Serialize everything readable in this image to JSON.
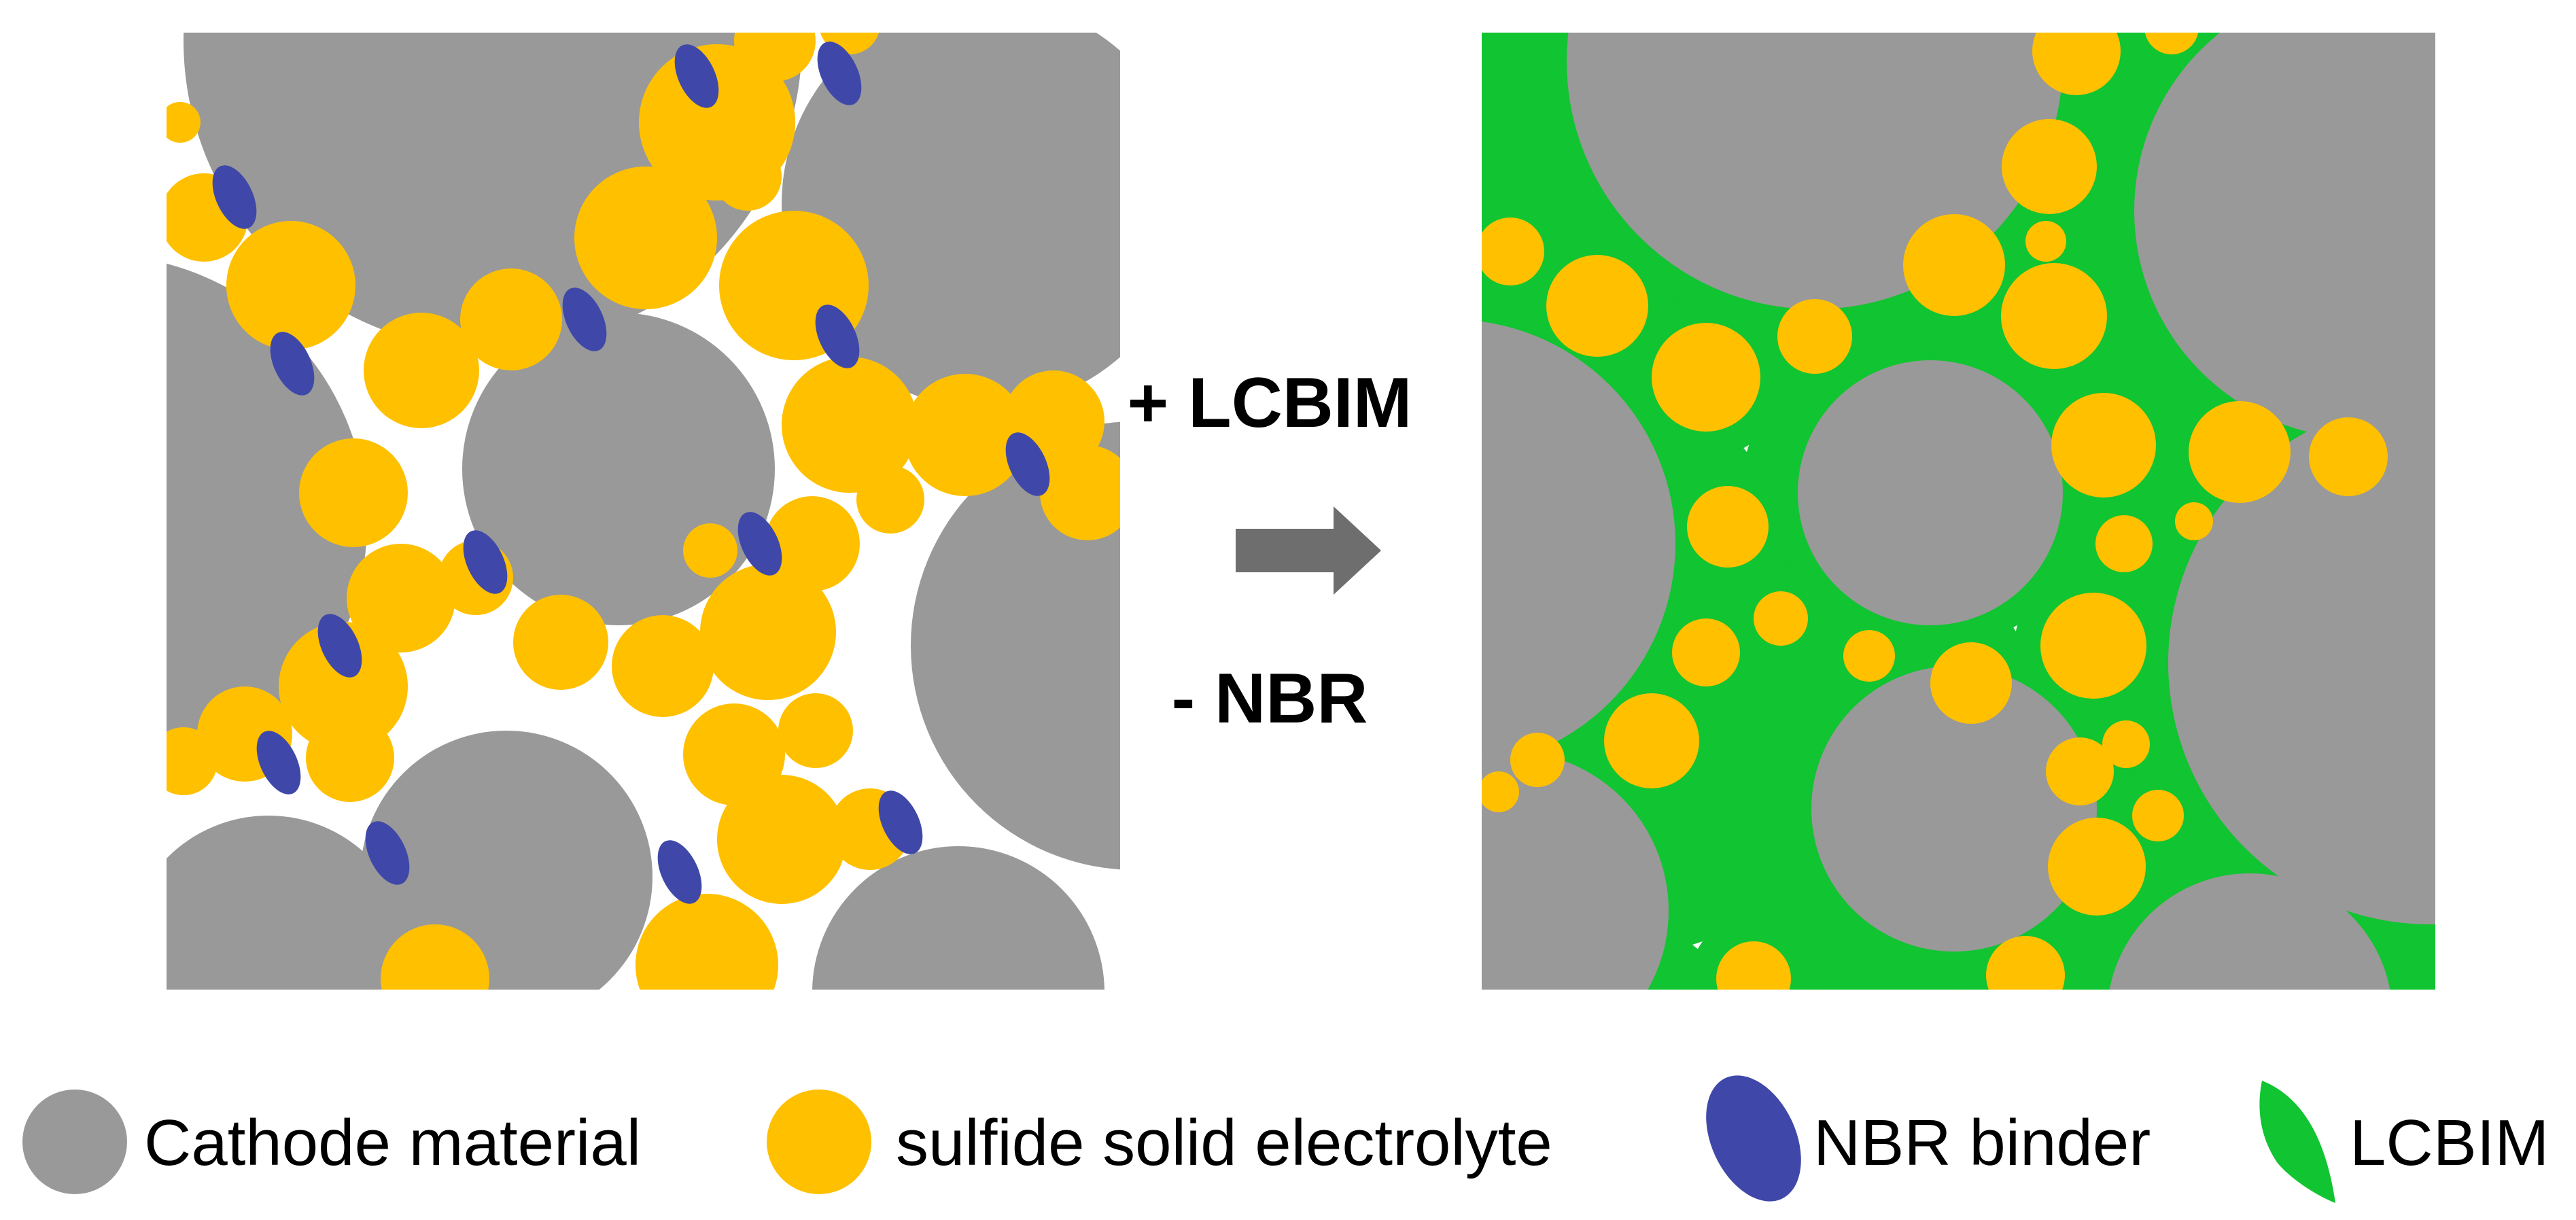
{
  "process": {
    "add_label": "+ LCBIM",
    "remove_label": "- NBR"
  },
  "legend": {
    "items": [
      {
        "label": "Cathode material",
        "icon": "gray-circle-icon"
      },
      {
        "label": "sulfide solid electrolyte",
        "icon": "yellow-circle-icon"
      },
      {
        "label": "NBR binder",
        "icon": "blue-ellipse-icon"
      },
      {
        "label": "LCBIM",
        "icon": "green-leaf-icon"
      }
    ]
  },
  "colors": {
    "cathode": "#999999",
    "electrolyte": "#FFC000",
    "nbr": "#3F48A8",
    "lcbim": "#11C431",
    "arrow": "#6E6E6E",
    "text": "#000000"
  }
}
